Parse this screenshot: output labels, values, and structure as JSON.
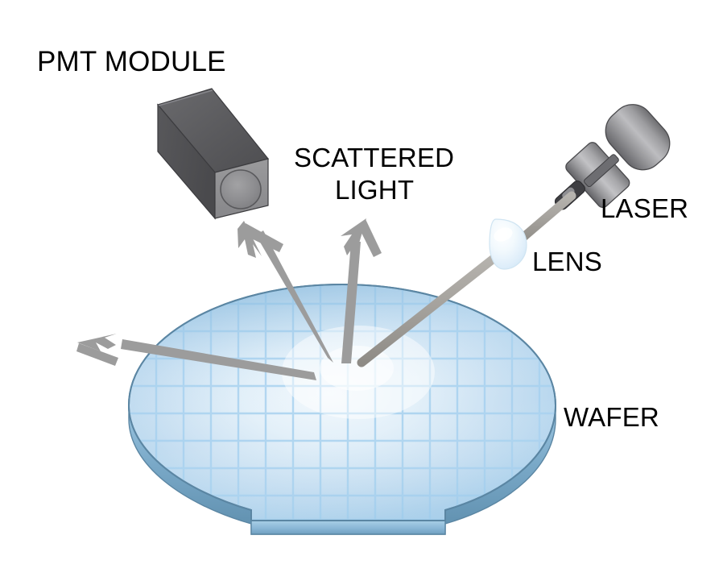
{
  "diagram": {
    "title": "Laser scattering wafer surface inspection schematic",
    "background": "#ffffff",
    "labels": {
      "pmt_module": "PMT MODULE",
      "scattered_line1": "SCATTERED",
      "scattered_line2": "LIGHT",
      "laser": "LASER",
      "lens": "LENS",
      "wafer": "WAFER"
    },
    "colors": {
      "label_text": "#000000",
      "arrow_gray": "#9c9c9c",
      "beam_gray": "#a3a09c",
      "pmt_top": "#5c5c5e",
      "pmt_side": "#525254",
      "pmt_front": "#8e8e90",
      "pmt_detector": "#8a8a8c",
      "laser_body": "#9a9a9c",
      "laser_dark": "#3f3f41",
      "wafer_fill_light": "#eef5fb",
      "wafer_fill_mid": "#bcd9ef",
      "wafer_fill_dark": "#9cc6e6",
      "wafer_grid": "#a9d3f0",
      "wafer_edge": "#5b86a3",
      "wafer_rim": "#8fbddb",
      "lens_fill": "#eaf4fb"
    },
    "components": [
      {
        "name": "pmt-module",
        "label": "PMT MODULE",
        "kind": "detector-box"
      },
      {
        "name": "laser",
        "label": "LASER",
        "kind": "cylindrical-source"
      },
      {
        "name": "lens",
        "label": "LENS",
        "kind": "plano-convex-lens"
      },
      {
        "name": "wafer",
        "label": "WAFER",
        "kind": "silicon-disk-with-die-grid"
      },
      {
        "name": "scattered-light",
        "label": "SCATTERED LIGHT",
        "kind": "arrow-group"
      }
    ],
    "arrows": [
      {
        "name": "scatter-to-pmt",
        "direction": "up-left",
        "target": "pmt-module"
      },
      {
        "name": "scatter-up",
        "direction": "up",
        "target": "scattered-light-label"
      },
      {
        "name": "scatter-to-left",
        "direction": "left",
        "target": "off-wafer-left"
      }
    ],
    "beams": [
      {
        "name": "laser-to-lens",
        "from": "laser",
        "to": "lens"
      },
      {
        "name": "lens-to-wafer",
        "from": "lens",
        "to": "wafer-spot"
      }
    ]
  }
}
